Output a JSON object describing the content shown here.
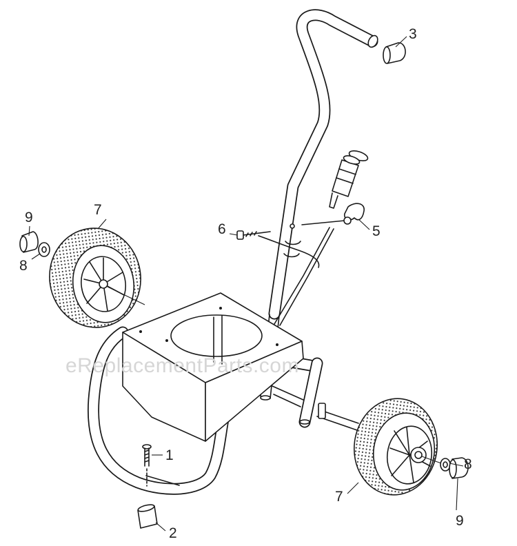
{
  "watermark": "eReplacementParts.com",
  "callouts": {
    "p1": "1",
    "p2": "2",
    "p3": "3",
    "p5": "5",
    "p6": "6",
    "p7_left": "7",
    "p7_right": "7",
    "p8_left": "8",
    "p8_right": "8",
    "p9_left": "9",
    "p9_right": "9"
  }
}
